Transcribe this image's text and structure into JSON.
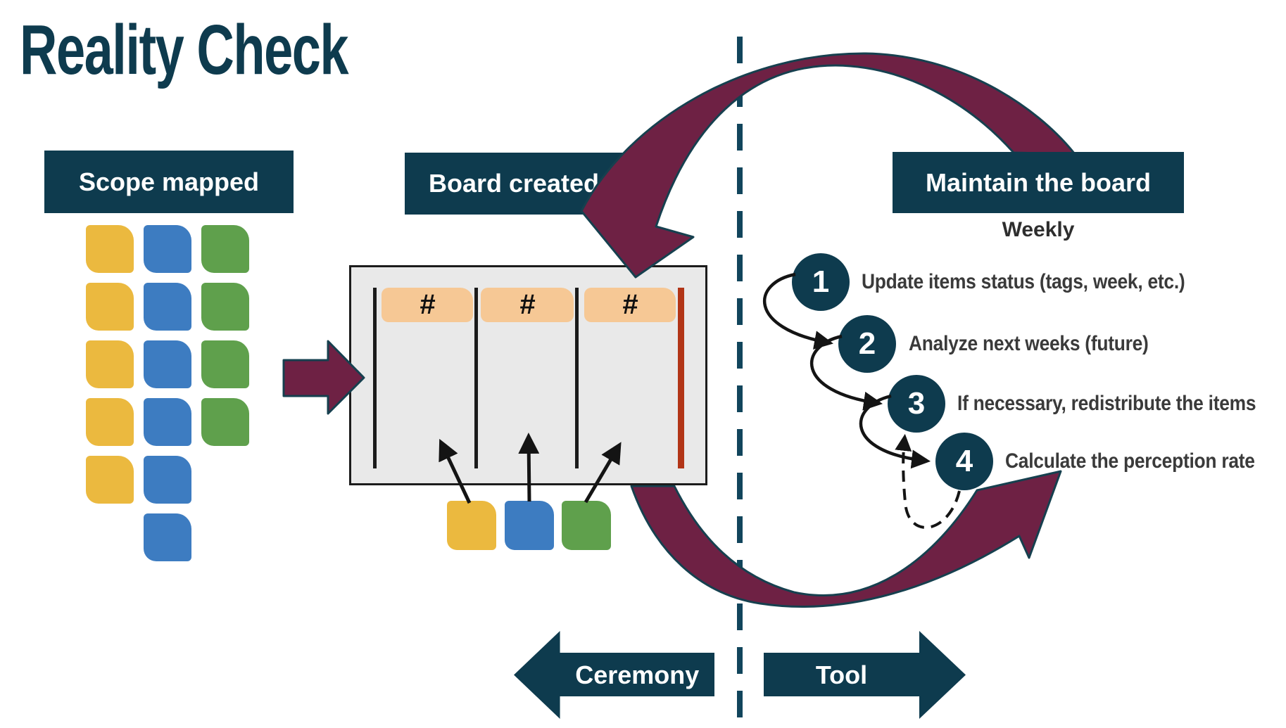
{
  "title": "Reality Check",
  "colors": {
    "teal": "#0e3b4e",
    "maroon": "#6e2144",
    "yellow": "#ebb93f",
    "blue": "#3d7cc1",
    "green": "#5fa04c",
    "peach": "#f6c895",
    "red": "#b23517",
    "board": "#e9e9e9",
    "boardborder": "#1c1c1c",
    "text": "#3a3a3a",
    "dash": "#11455c",
    "ink": "#141414"
  },
  "scope": {
    "header": "Scope mapped",
    "cells": [
      "yellow",
      "blue",
      "green",
      "yellow",
      "blue",
      "green",
      "yellow",
      "blue",
      "green",
      "yellow",
      "blue",
      "green",
      "yellow",
      "blue",
      "blue"
    ]
  },
  "board": {
    "header": "Board created",
    "hash": "#",
    "notes": [
      "yellow",
      "blue",
      "green"
    ]
  },
  "maintain": {
    "header": "Maintain the board",
    "subtitle": "Weekly",
    "steps": [
      {
        "num": "1",
        "label": "Update items status (tags, week, etc.)"
      },
      {
        "num": "2",
        "label": "Analyze next weeks (future)"
      },
      {
        "num": "3",
        "label": "If necessary, redistribute the items"
      },
      {
        "num": "4",
        "label": "Calculate the perception rate"
      }
    ]
  },
  "legend": {
    "ceremony": "Ceremony",
    "tool": "Tool"
  }
}
